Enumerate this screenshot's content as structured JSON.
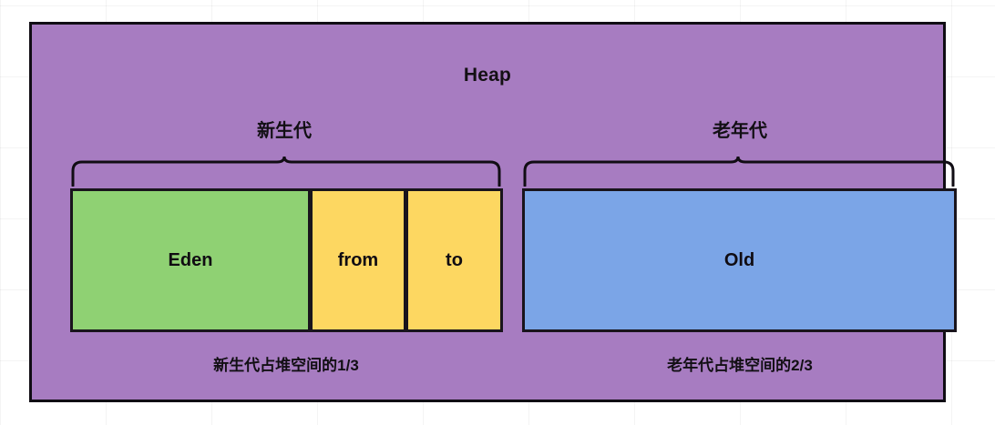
{
  "diagram": {
    "title": "Heap",
    "background_color": "#ffffff",
    "heap": {
      "name": "heap-container",
      "fill_color": "#a77cc1",
      "border_color": "#100d14"
    },
    "generations": [
      {
        "id": "young",
        "label": "新生代",
        "caption": "新生代占堆空间的1/3",
        "fraction": "1/3"
      },
      {
        "id": "old",
        "label": "老年代",
        "caption": "老年代占堆空间的2/3",
        "fraction": "2/3"
      }
    ],
    "regions": [
      {
        "id": "eden",
        "label": "Eden",
        "color": "#8fd173",
        "generation": "young"
      },
      {
        "id": "from",
        "label": "from",
        "color": "#fdd761",
        "generation": "young"
      },
      {
        "id": "to",
        "label": "to",
        "color": "#fdd761",
        "generation": "young"
      },
      {
        "id": "old",
        "label": "Old",
        "color": "#7ba5e7",
        "generation": "old"
      }
    ],
    "braces": [
      {
        "id": "young-brace",
        "icon": "curly-brace-up-icon"
      },
      {
        "id": "old-brace",
        "icon": "curly-brace-up-icon"
      }
    ]
  }
}
